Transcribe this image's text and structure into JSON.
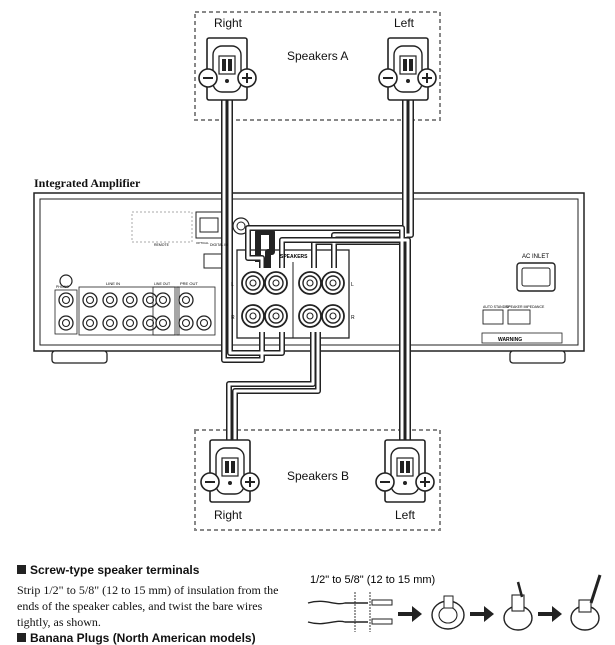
{
  "speakers_a": {
    "group_label": "Speakers A",
    "right_label": "Right",
    "left_label": "Left"
  },
  "speakers_b": {
    "group_label": "Speakers B",
    "right_label": "Right",
    "left_label": "Left"
  },
  "amplifier": {
    "title": "Integrated Amplifier",
    "speakers_panel_label": "SPEAKERS",
    "ac_inlet_label": "AC INLET",
    "phono_label": "PHONO",
    "line_in_label": "LINE IN",
    "line_out_label": "LINE OUT",
    "pre_out_label": "PRE OUT",
    "remote_label": "REMOTE",
    "digital_in_label": "DIGITAL IN",
    "optical_label": "OPTICAL",
    "auto_standby_label": "AUTO STANDBY",
    "speaker_impedance_label": "SPEAKER IMPEDANCE",
    "warning_label": "WARNING",
    "channel_l": "L",
    "channel_r": "R"
  },
  "screw_section": {
    "heading": "Screw-type speaker terminals",
    "body_line1": "Strip 1/2\" to 5/8\" (12 to 15 mm) of insulation from the",
    "body_line2": "ends of the speaker cables, and twist the bare wires",
    "body_line3": "tightly, as shown.",
    "strip_length_label": "1/2\" to 5/8\" (12 to 15 mm)"
  },
  "banana_section": {
    "heading": "Banana Plugs (North American models)"
  },
  "colors": {
    "line": "#222222",
    "dashed_box": "#888888",
    "cable_fill": "#ffffff"
  }
}
